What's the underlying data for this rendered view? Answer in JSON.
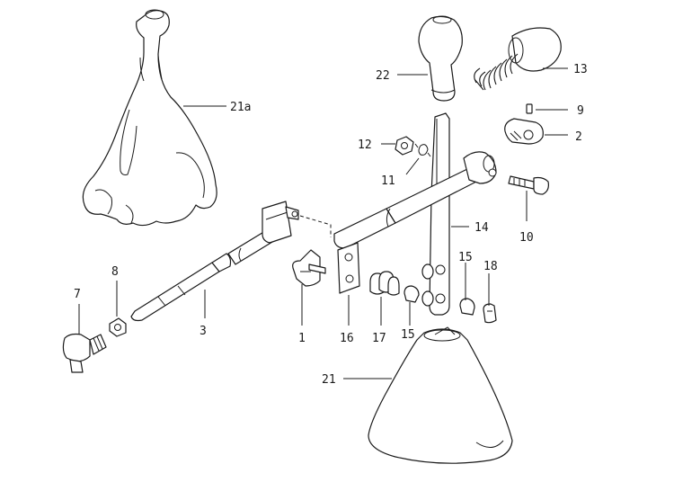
{
  "callouts": {
    "c1": "1",
    "c2": "2",
    "c3": "3",
    "c7": "7",
    "c8": "8",
    "c9": "9",
    "c10": "10",
    "c11": "11",
    "c12": "12",
    "c13": "13",
    "c14": "14",
    "c15a": "15",
    "c15b": "15",
    "c16": "16",
    "c17": "17",
    "c18": "18",
    "c21": "21",
    "c21a": "21a",
    "c22": "22"
  }
}
